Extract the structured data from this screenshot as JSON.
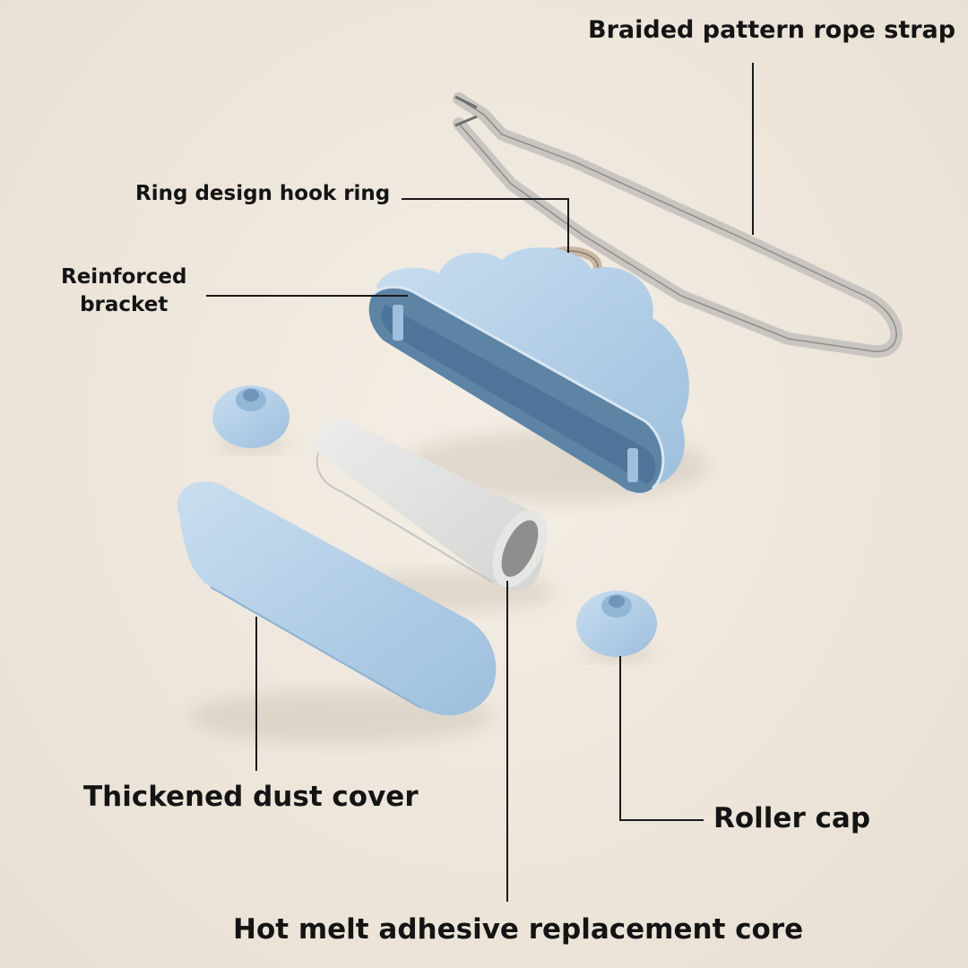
{
  "labels": {
    "strap": "Braided pattern rope strap",
    "hook_ring": "Ring design hook ring",
    "bracket_line1": "Reinforced",
    "bracket_line2": "bracket",
    "dust_cover": "Thickened dust cover",
    "roller_cap": "Roller cap",
    "core": "Hot melt adhesive replacement core"
  },
  "colors": {
    "background": "#efe7dc",
    "part_blue": "#a9c9e4",
    "part_blue_dark": "#5f86a8",
    "core_grey": "#e2e2e0",
    "strap_grey": "#c7c4bf",
    "line": "#1a1a1a"
  },
  "parts": [
    "cloud-shaped-holder",
    "hook-ring",
    "rope-strap",
    "roller-cap",
    "roller-cap",
    "adhesive-core",
    "dust-cover"
  ]
}
